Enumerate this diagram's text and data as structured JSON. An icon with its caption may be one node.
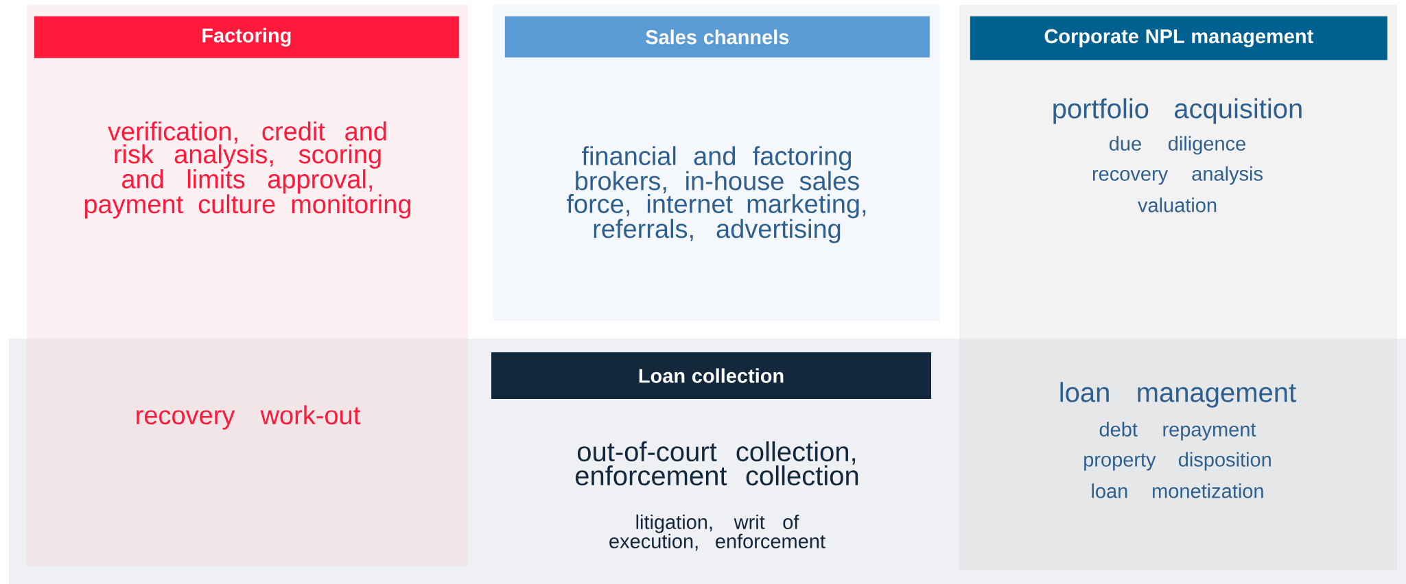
{
  "diagram": {
    "nodes": [
      {
        "text": [
          "verification, credit and risk analysis, scoring and limits approval, payment culture monitoring",
          "recovery work-out"
        ]
      },
      {
        "text": [
          "Factoring"
        ],
        "in": 0
      },
      {
        "text": [
          "financial and factoring brokers, in-house sales force, internet marketing, referrals, advertising"
        ]
      },
      {
        "text": [
          "Sales channels"
        ],
        "in": 2
      },
      {
        "text": [
          "portfolio acquisition",
          "due diligence",
          "recovery analysis",
          "valuation",
          "loan management",
          "debt repayment",
          "property disposition",
          "loan monetization"
        ]
      },
      {
        "text": [
          "Corporate NPL management"
        ],
        "in": 4
      },
      {
        "text": [
          "Loan collection"
        ]
      }
    ],
    "labels": [
      "out-of-court collection, enforcement collection",
      "litigation, writ of execution, enforcement"
    ]
  }
}
